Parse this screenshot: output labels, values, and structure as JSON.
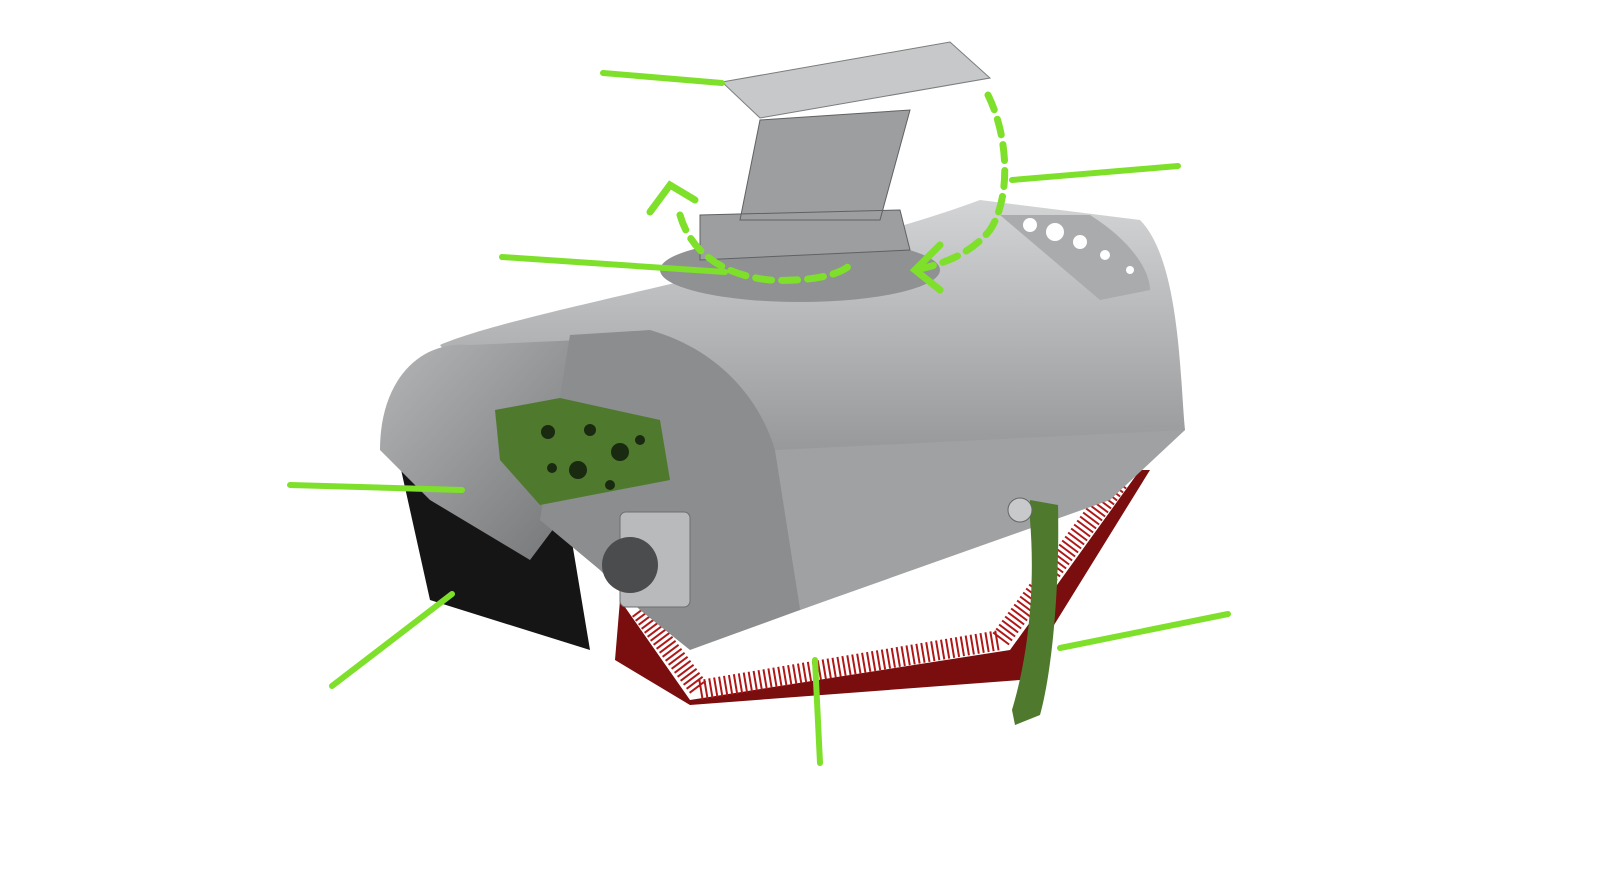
{
  "colors": {
    "callout": "#7ee02a",
    "steel": "#9a9c9e",
    "steel_dark": "#6e7072",
    "steel_light": "#c9cbcc",
    "bracket_green": "#4f7a2e",
    "brush_red": "#8a1010",
    "dark_panel": "#1a1a1a"
  },
  "callouts": [
    "mount-plate",
    "rotation-arrow",
    "swivel",
    "side-bracket",
    "end-panel",
    "brush",
    "skid-arm"
  ]
}
